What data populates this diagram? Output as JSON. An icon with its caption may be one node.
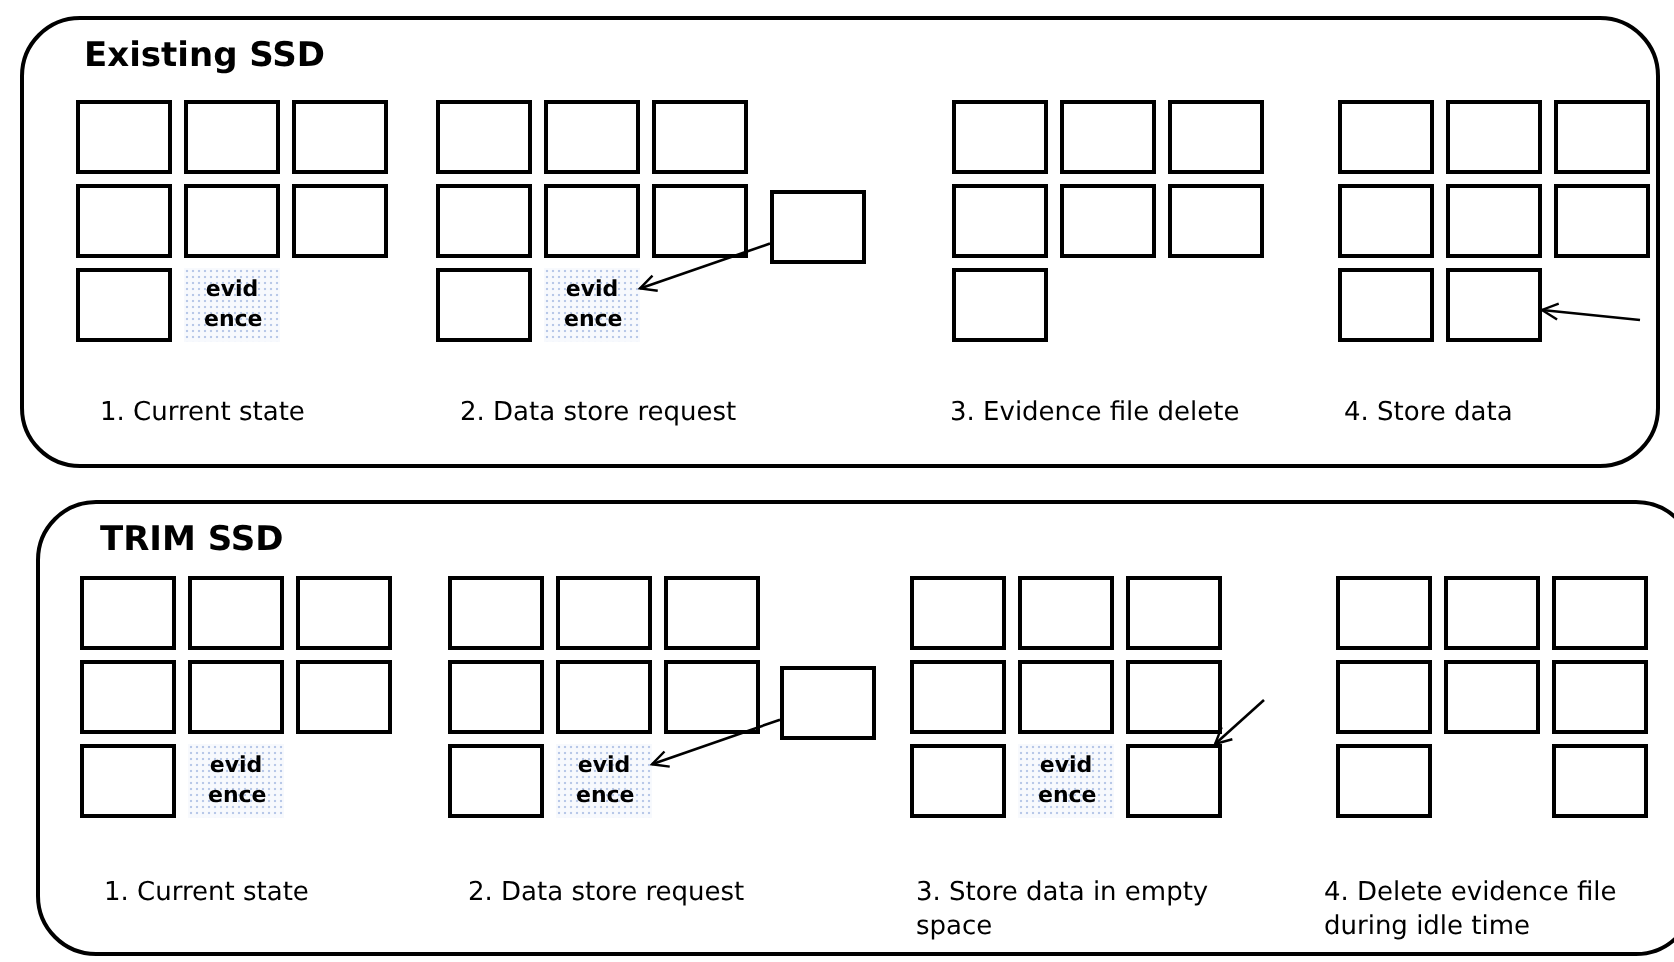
{
  "diagram": {
    "nodes": [
      {
        "text": [
          "Existing SSD"
        ]
      },
      {
        "text": [],
        "shape": "box",
        "in": 0
      },
      {
        "text": [],
        "shape": "box",
        "in": 0
      },
      {
        "text": [],
        "shape": "box",
        "in": 0
      },
      {
        "text": [],
        "shape": "box",
        "in": 0
      },
      {
        "text": [],
        "shape": "box",
        "in": 0
      },
      {
        "text": [],
        "shape": "box",
        "in": 0
      },
      {
        "text": [],
        "shape": "box",
        "in": 0
      },
      {
        "text": [
          "evid ence"
        ],
        "in": 0
      },
      {
        "text": [],
        "shape": "box",
        "in": 0
      },
      {
        "text": [],
        "shape": "box",
        "in": 0
      },
      {
        "text": [],
        "shape": "box",
        "in": 0
      },
      {
        "text": [],
        "shape": "box",
        "in": 0
      },
      {
        "text": [],
        "shape": "box",
        "in": 0
      },
      {
        "text": [],
        "shape": "box",
        "in": 0
      },
      {
        "text": [],
        "shape": "box",
        "in": 0
      },
      {
        "text": [],
        "shape": "box",
        "in": 0
      },
      {
        "text": [
          "evid ence"
        ],
        "in": 0
      },
      {
        "text": [],
        "shape": "box",
        "in": 0
      },
      {
        "text": [],
        "shape": "box",
        "in": 0
      },
      {
        "text": [],
        "shape": "box",
        "in": 0
      },
      {
        "text": [],
        "shape": "box",
        "in": 0
      },
      {
        "text": [],
        "shape": "box",
        "in": 0
      },
      {
        "text": [],
        "shape": "box",
        "in": 0
      },
      {
        "text": [],
        "shape": "box",
        "in": 0
      },
      {
        "text": [],
        "shape": "box",
        "in": 0
      },
      {
        "text": [],
        "shape": "box",
        "in": 0
      },
      {
        "text": [],
        "shape": "box",
        "in": 0
      },
      {
        "text": [],
        "shape": "box",
        "in": 0
      },
      {
        "text": [],
        "shape": "box",
        "in": 0
      },
      {
        "text": [],
        "shape": "box",
        "in": 0
      },
      {
        "text": [],
        "shape": "box",
        "in": 0
      },
      {
        "text": [],
        "shape": "box",
        "in": 0
      },
      {
        "text": [
          "TRIM SSD"
        ]
      },
      {
        "text": [],
        "shape": "box",
        "in": 33
      },
      {
        "text": [],
        "shape": "box",
        "in": 33
      },
      {
        "text": [],
        "shape": "box",
        "in": 33
      },
      {
        "text": [],
        "shape": "box",
        "in": 33
      },
      {
        "text": [],
        "shape": "box",
        "in": 33
      },
      {
        "text": [],
        "shape": "box",
        "in": 33
      },
      {
        "text": [],
        "shape": "box",
        "in": 33
      },
      {
        "text": [
          "evid ence"
        ],
        "in": 33
      },
      {
        "text": [],
        "shape": "box",
        "in": 33
      },
      {
        "text": [],
        "shape": "box",
        "in": 33
      },
      {
        "text": [],
        "shape": "box",
        "in": 33
      },
      {
        "text": [],
        "shape": "box",
        "in": 33
      },
      {
        "text": [],
        "shape": "box",
        "in": 33
      },
      {
        "text": [],
        "shape": "box",
        "in": 33
      },
      {
        "text": [],
        "shape": "box",
        "in": 33
      },
      {
        "text": [],
        "shape": "box",
        "in": 33
      },
      {
        "text": [
          "evid ence"
        ],
        "in": 33
      },
      {
        "text": [],
        "shape": "box",
        "in": 33
      },
      {
        "text": [],
        "shape": "box",
        "in": 33
      },
      {
        "text": [],
        "shape": "box",
        "in": 33
      },
      {
        "text": [],
        "shape": "box",
        "in": 33
      },
      {
        "text": [],
        "shape": "box",
        "in": 33
      },
      {
        "text": [],
        "shape": "box",
        "in": 33
      },
      {
        "text": [],
        "shape": "box",
        "in": 33
      },
      {
        "text": [
          "evid ence"
        ],
        "in": 33
      },
      {
        "text": [],
        "shape": "box",
        "in": 33
      },
      {
        "text": [],
        "shape": "box",
        "in": 33
      },
      {
        "text": [],
        "shape": "box",
        "in": 33
      },
      {
        "text": [],
        "shape": "box",
        "in": 33
      },
      {
        "text": [],
        "shape": "box",
        "in": 33
      },
      {
        "text": [],
        "shape": "box",
        "in": 33
      },
      {
        "text": [],
        "shape": "box",
        "in": 33
      },
      {
        "text": [],
        "shape": "box",
        "in": 33
      },
      {
        "text": [],
        "shape": "box",
        "in": 33
      }
    ],
    "edges": [
      {
        "from": 15,
        "to": 17,
        "arrow": "to"
      },
      {
        "from": null,
        "to": 32,
        "arrow": "to"
      },
      {
        "from": 48,
        "to": 50,
        "arrow": "to"
      },
      {
        "from": null,
        "to": 59,
        "arrow": "to"
      }
    ],
    "labels": [
      "1. Current state",
      "2. Data store request",
      "3. Evidence file delete",
      "4. Store data",
      "1. Current state",
      "2. Data store request",
      "3. Store data in empty space",
      "4. Delete evidence file during idle time"
    ]
  }
}
